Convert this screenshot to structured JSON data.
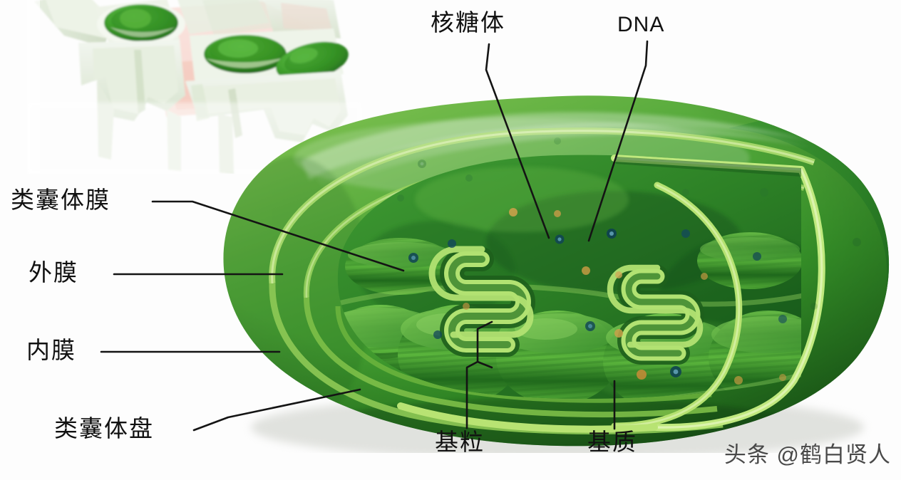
{
  "figure": {
    "subject": "chloroplast-cutaway-diagram",
    "background_color": "#fdfdfd"
  },
  "labels": {
    "ribosome": "核糖体",
    "dna": "DNA",
    "thylakoid_membrane": "类囊体膜",
    "outer_membrane": "外膜",
    "inner_membrane": "内膜",
    "thylakoid_disc": "类囊体盘",
    "granum": "基粒",
    "stroma": "基质"
  },
  "watermark": {
    "text": "头条 @鹤白贤人"
  },
  "colors": {
    "label_text": "#111111",
    "leader_line": "#1a1a1a",
    "membrane_bright": "#b9e06a",
    "envelope_light": "#8cc152",
    "stroma_mid": "#4ea83a",
    "stroma_dark": "#2f7d2a",
    "granum_dark": "#1f6b22",
    "granum_light": "#6fbf4a",
    "body_outer": "#3f9a36",
    "inset_wall": "#e2eadb",
    "inset_chloro": "#3f9a2e",
    "watermark": "#3a3a3a"
  },
  "parts": [
    {
      "id": "ribosome",
      "name": "核糖体",
      "kind": "particle"
    },
    {
      "id": "dna",
      "name": "DNA",
      "kind": "particle"
    },
    {
      "id": "thylakoid_membrane",
      "name": "类囊体膜",
      "kind": "membrane"
    },
    {
      "id": "outer_membrane",
      "name": "外膜",
      "kind": "envelope"
    },
    {
      "id": "inner_membrane",
      "name": "内膜",
      "kind": "envelope"
    },
    {
      "id": "thylakoid_disc",
      "name": "类囊体盘",
      "kind": "disc"
    },
    {
      "id": "granum",
      "name": "基粒",
      "kind": "stack"
    },
    {
      "id": "stroma",
      "name": "基质",
      "kind": "matrix"
    }
  ]
}
